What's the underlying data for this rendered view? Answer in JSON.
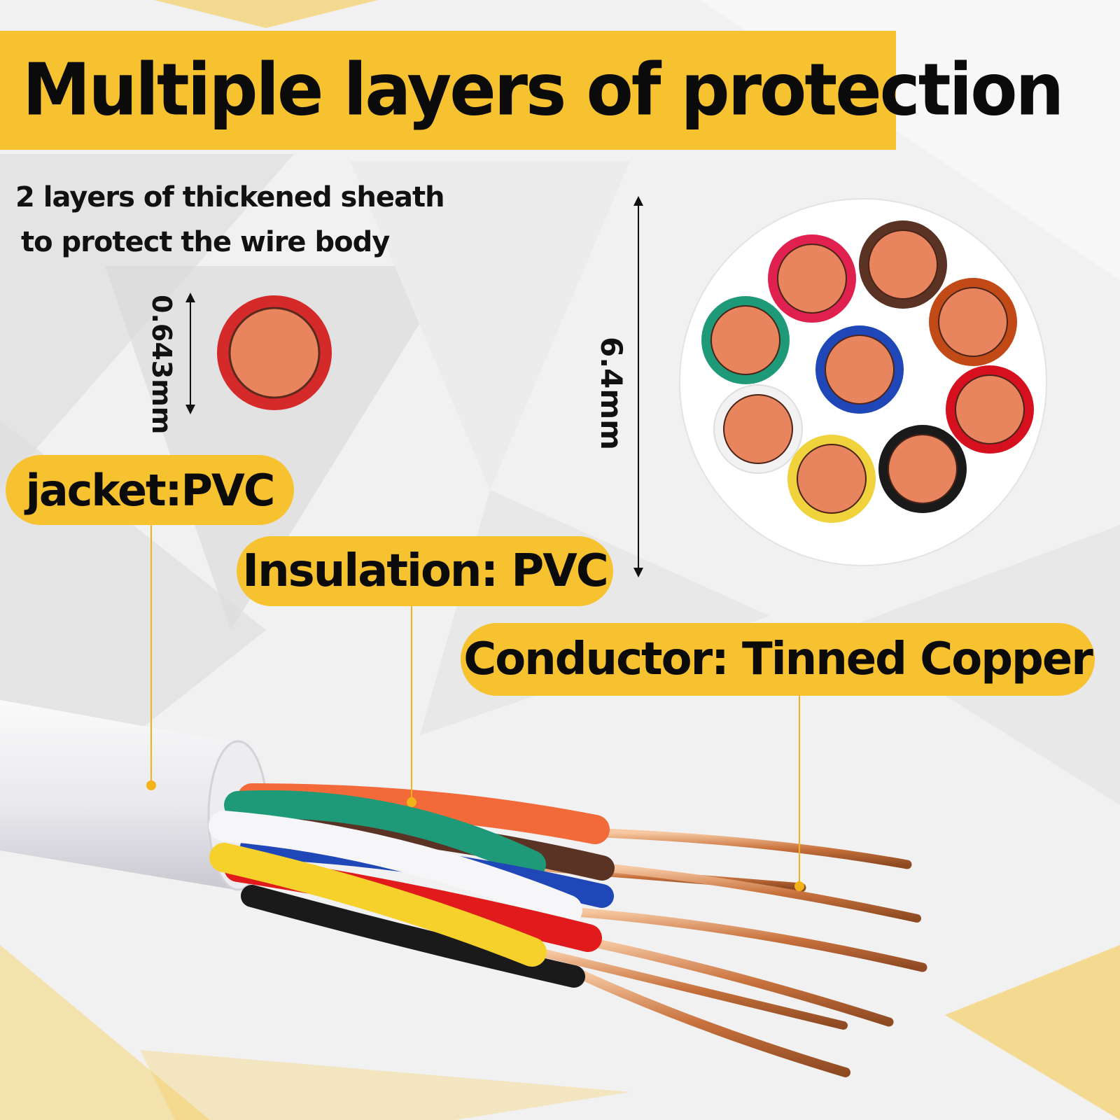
{
  "title": "Multiple layers of protection",
  "subtitle": {
    "line1": "2 layers of thickened sheath",
    "line2": "to protect the wire body"
  },
  "single_wire": {
    "diameter_label": "0.643mm",
    "ring_color": "#d42a2a"
  },
  "cable_cross_section": {
    "diameter_label": "6.4mm",
    "core_ring_colors": [
      "#e0214f",
      "#5a3325",
      "#c24a17",
      "#1f9a78",
      "#1f47b8",
      "#d6101f",
      "#f2f2f2",
      "#f0d23c",
      "#1a1a1a"
    ]
  },
  "callouts": {
    "jacket": "jacket:PVC",
    "insulation": "Insulation: PVC",
    "conductor": "Conductor: Tinned Copper"
  },
  "colors": {
    "accent": "#f7c230",
    "copper": "#e8855e",
    "text": "#0b0b0b"
  }
}
